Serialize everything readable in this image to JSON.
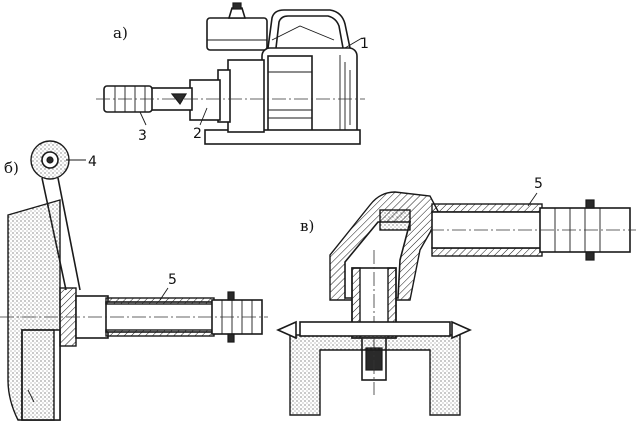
{
  "figure": {
    "views": [
      {
        "id": "a",
        "label": "а)"
      },
      {
        "id": "b",
        "label": "б)"
      },
      {
        "id": "v",
        "label": "в)"
      }
    ],
    "callouts": {
      "a_1": "1",
      "a_2": "2",
      "a_3": "3",
      "b_4": "4",
      "b_5": "5",
      "v_5": "5"
    }
  }
}
